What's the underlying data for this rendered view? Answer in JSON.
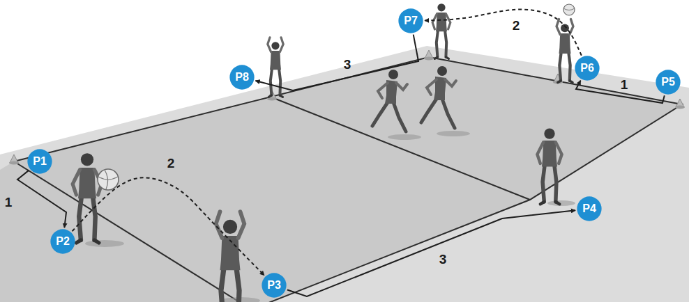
{
  "diagram": {
    "nodes": [
      {
        "text": [
          "P1"
        ]
      },
      {
        "text": [
          "P2"
        ]
      },
      {
        "text": [
          "P3"
        ]
      },
      {
        "text": [
          "P4"
        ]
      },
      {
        "text": [
          "P5"
        ]
      },
      {
        "text": [
          "P6"
        ]
      },
      {
        "text": [
          "P7"
        ]
      },
      {
        "text": [
          "P8"
        ]
      }
    ],
    "edges": [
      {
        "from": 0,
        "to": 1,
        "arrow": "to",
        "label": "1"
      },
      {
        "from": 1,
        "to": 2,
        "arrow": "to",
        "label": "2"
      },
      {
        "from": 2,
        "to": 3,
        "arrow": "to",
        "label": "3"
      },
      {
        "from": 4,
        "to": 5,
        "arrow": "to",
        "label": "1"
      },
      {
        "from": 5,
        "to": 6,
        "arrow": "to",
        "label": "2"
      },
      {
        "from": 6,
        "to": 7,
        "arrow": "to",
        "label": "3"
      }
    ]
  }
}
